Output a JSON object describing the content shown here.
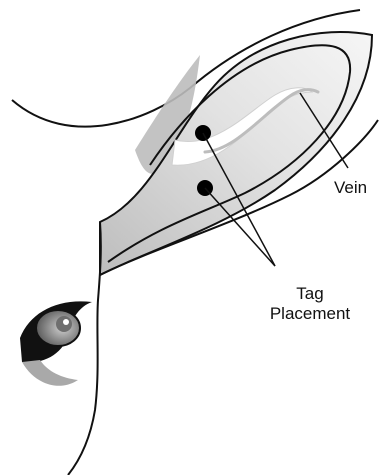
{
  "labels": {
    "vein": "Vein",
    "tag_line1": "Tag",
    "tag_line2": "Placement"
  },
  "colors": {
    "outline": "#111111",
    "fill_shade": "#c8c8c8",
    "fill_light": "#ededed",
    "highlight": "#ffffff",
    "marker": "#000000",
    "eye_iris": "#6e6e6e"
  }
}
